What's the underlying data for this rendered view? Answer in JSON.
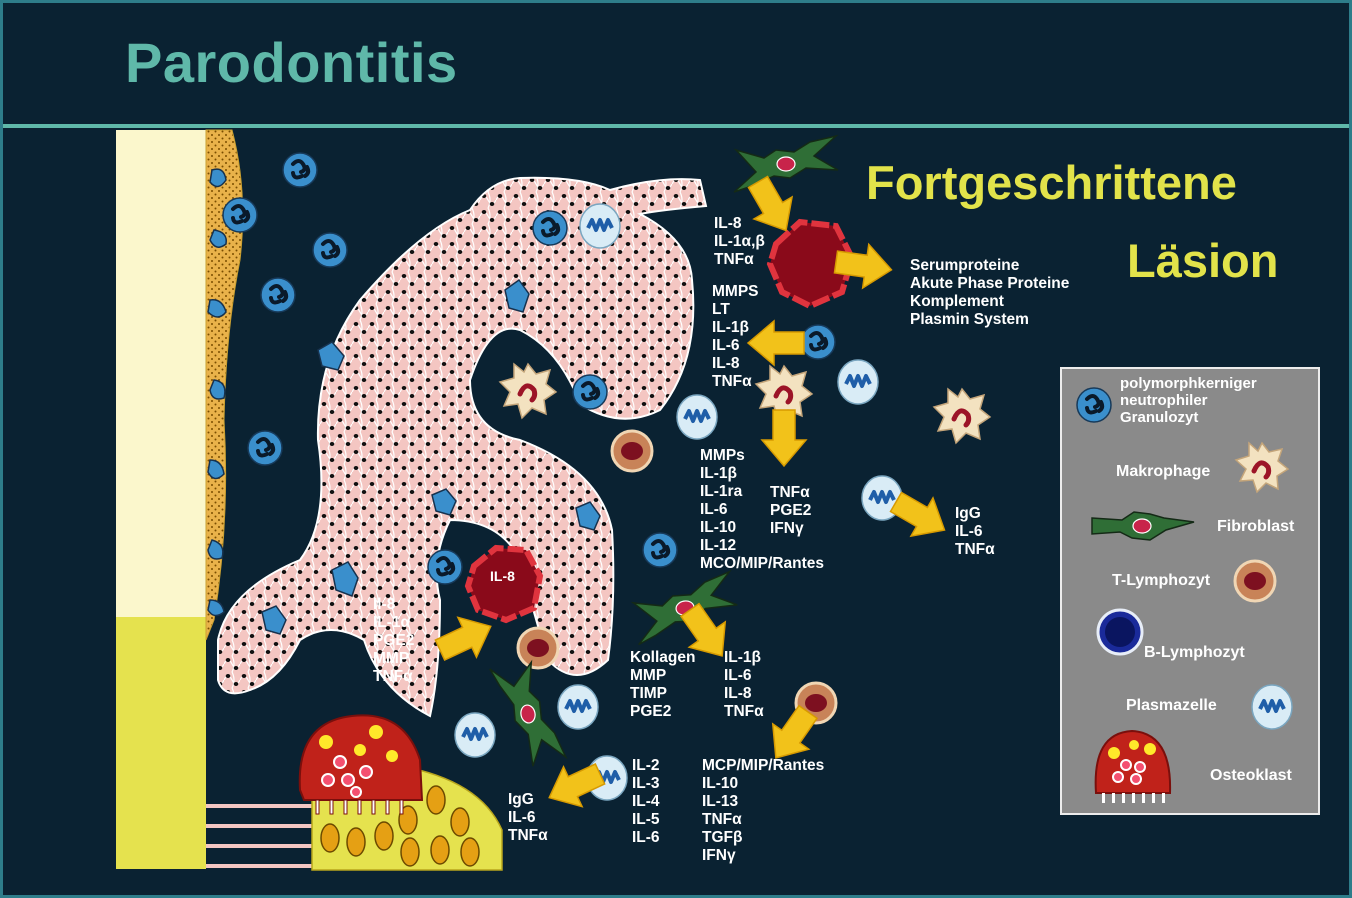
{
  "title": "Parodontitis",
  "heading": {
    "line1": "Fortgeschrittene",
    "line2": "Läsion"
  },
  "colors": {
    "background": "#0a2232",
    "title": "#5fb8a9",
    "heading": "#e2e34a",
    "epithelium": "#f4c6c2",
    "arrow": "#f2c21a",
    "tooth": "#fbf7cc",
    "bone": "#e5e24e",
    "legend_bg": "#8a8a8a"
  },
  "labels": {
    "fibroblast_top": [
      "IL-8",
      "IL-1α,β",
      "TNFα"
    ],
    "serum": [
      "Serumproteine",
      "Akute Phase Proteine",
      "Komplement",
      "Plasmin System"
    ],
    "granulocyte_out": [
      "MMPS",
      "LT",
      "IL-1β",
      "IL-6",
      "IL-8",
      "TNFα"
    ],
    "macrophage_col1": [
      "MMPs",
      "IL-1β",
      "IL-1ra",
      "IL-6",
      "IL-10",
      "IL-12",
      "MCO/MIP/Rantes"
    ],
    "macrophage_col2": [
      "TNFα",
      "PGE2",
      "IFNγ"
    ],
    "plasma_right": [
      "IgG",
      "IL-6",
      "TNFα"
    ],
    "il8_center": "IL-8",
    "epithelial_in": [
      "Il-8",
      "IL-1α",
      "PGE2",
      "MMP",
      "TNFα"
    ],
    "fibroblast_mid": [
      "Kollagen",
      "MMP",
      "TIMP",
      "PGE2"
    ],
    "fibroblast_mid2": [
      "IL-1β",
      "IL-6",
      "IL-8",
      "TNFα"
    ],
    "plasma_bottom": [
      "IgG",
      "IL-6",
      "TNFα"
    ],
    "tcell_col1": [
      "IL-2",
      "IL-3",
      "IL-4",
      "IL-5",
      "IL-6"
    ],
    "tcell_col2": [
      "MCP/MIP/Rantes",
      "IL-10",
      "IL-13",
      "TNFα",
      "TGFβ",
      "IFNγ"
    ]
  },
  "legend": {
    "items": [
      {
        "icon": "neutrophil-icon",
        "label": "polymorphkerniger\nneutrophiler\nGranulozyt"
      },
      {
        "icon": "macrophage-icon",
        "label": "Makrophage"
      },
      {
        "icon": "fibroblast-icon",
        "label": "Fibroblast"
      },
      {
        "icon": "t-lymphocyte-icon",
        "label": "T-Lymphozyt"
      },
      {
        "icon": "b-lymphocyte-icon",
        "label": "B-Lymphozyt"
      },
      {
        "icon": "plasma-cell-icon",
        "label": "Plasmazelle"
      },
      {
        "icon": "osteoclast-icon",
        "label": "Osteoklast"
      }
    ]
  }
}
